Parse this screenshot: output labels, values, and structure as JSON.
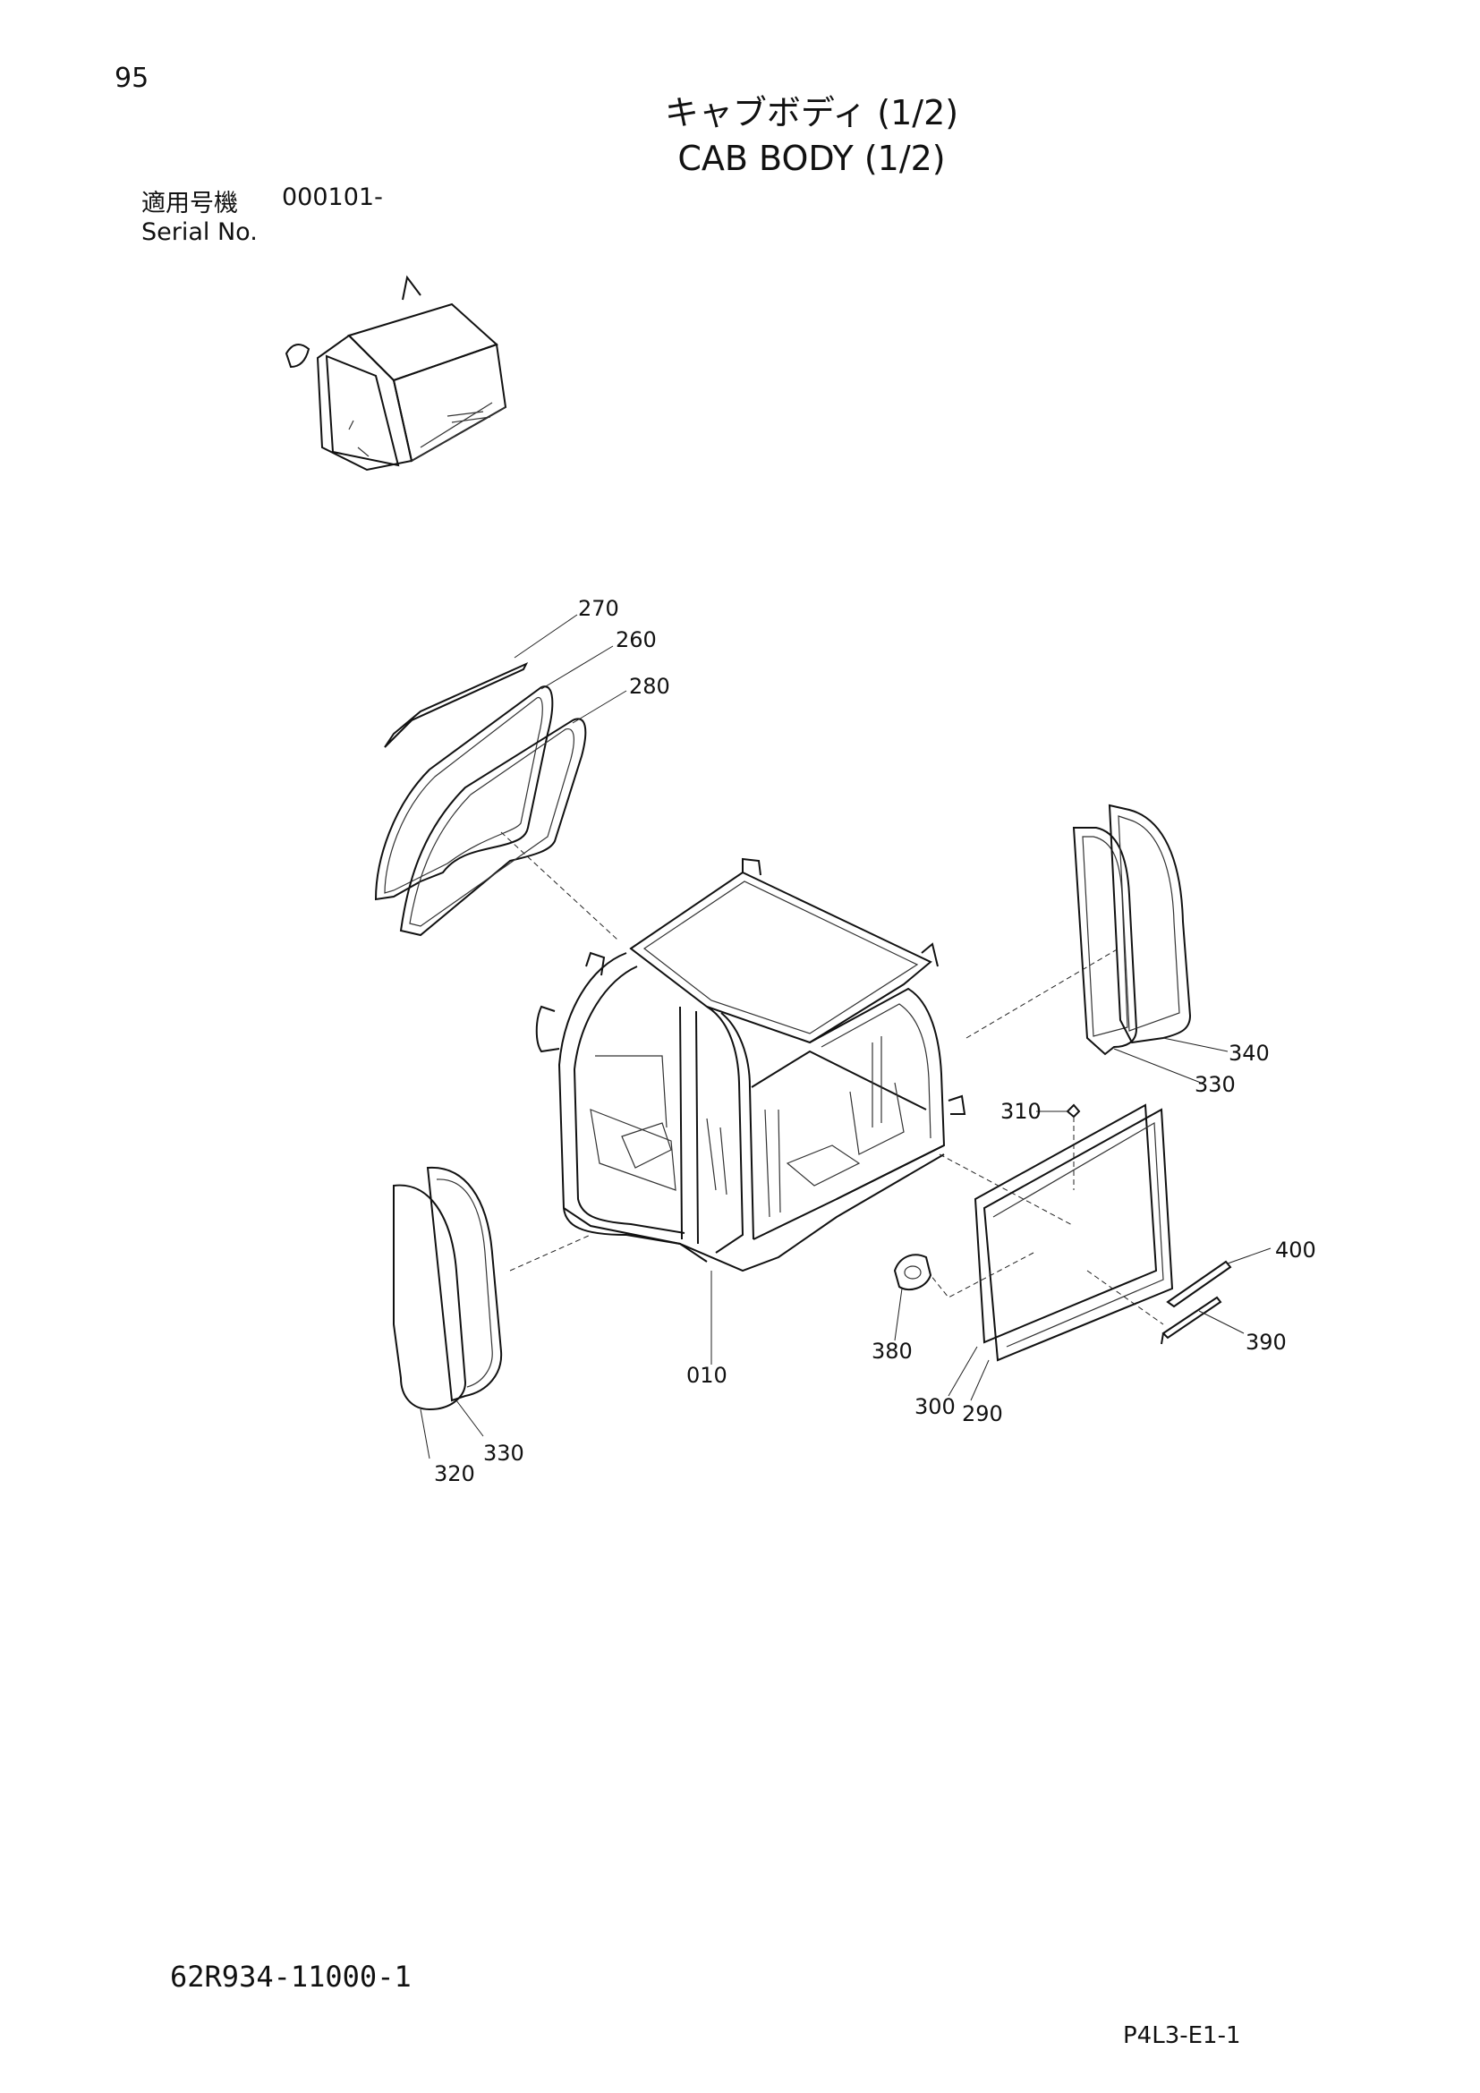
{
  "header": {
    "page_number": "95",
    "title_jp": "キャブボディ (1/2)",
    "title_en": "CAB BODY (1/2)",
    "serial_label_jp": "適用号機",
    "serial_value": "000101-",
    "serial_label_en": "Serial No."
  },
  "diagram": {
    "part_labels": {
      "p270": "270",
      "p260": "260",
      "p280": "280",
      "p340": "340",
      "p330a": "330",
      "p310": "310",
      "p400": "400",
      "p390": "390",
      "p380": "380",
      "p300": "300",
      "p290": "290",
      "p010": "010",
      "p320": "320",
      "p330b": "330"
    }
  },
  "footer": {
    "drawing_number": "62R934-11000-1",
    "page_code": "P4L3-E1-1"
  }
}
